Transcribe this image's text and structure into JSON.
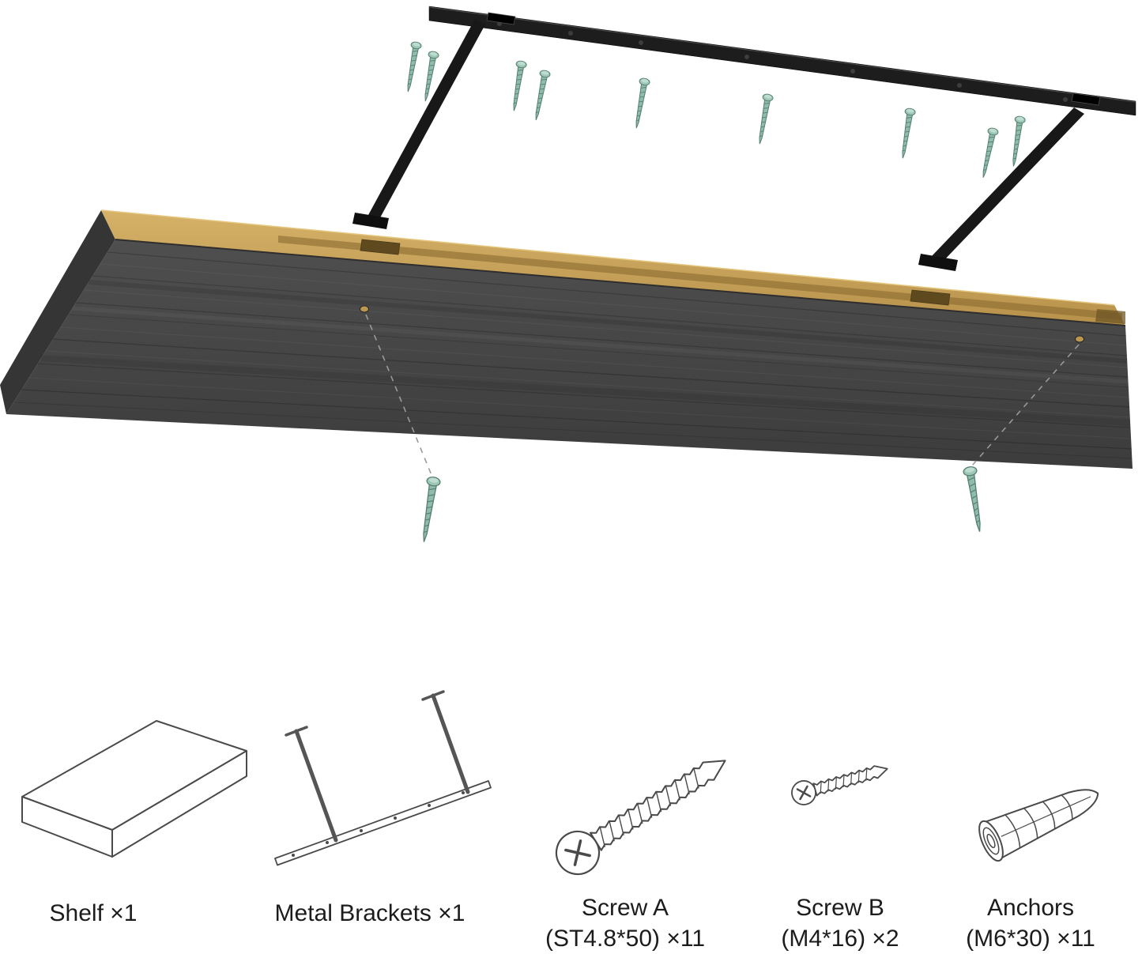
{
  "diagram": {
    "type": "exploded-assembly-instructions",
    "product": "floating wall shelf with hidden metal bracket",
    "colors": {
      "shelf_face": "#464646",
      "shelf_core_edge": "#c9a45b",
      "bracket_metal": "#1d1d1d",
      "screw_green": "#8fbcab",
      "line_art": "#4a4a4a",
      "guide_dash": "#9a9a9a"
    },
    "parts": [
      {
        "name": "shelf",
        "label": "Shelf ×1"
      },
      {
        "name": "metal-brackets",
        "label": "Metal Brackets ×1"
      },
      {
        "name": "screw-a",
        "label": "Screw A",
        "spec": "(ST4.8*50) ×11"
      },
      {
        "name": "screw-b",
        "label": "Screw B",
        "spec": "(M4*16) ×2"
      },
      {
        "name": "anchors",
        "label": "Anchors",
        "spec": "(M6*30) ×11"
      }
    ]
  }
}
